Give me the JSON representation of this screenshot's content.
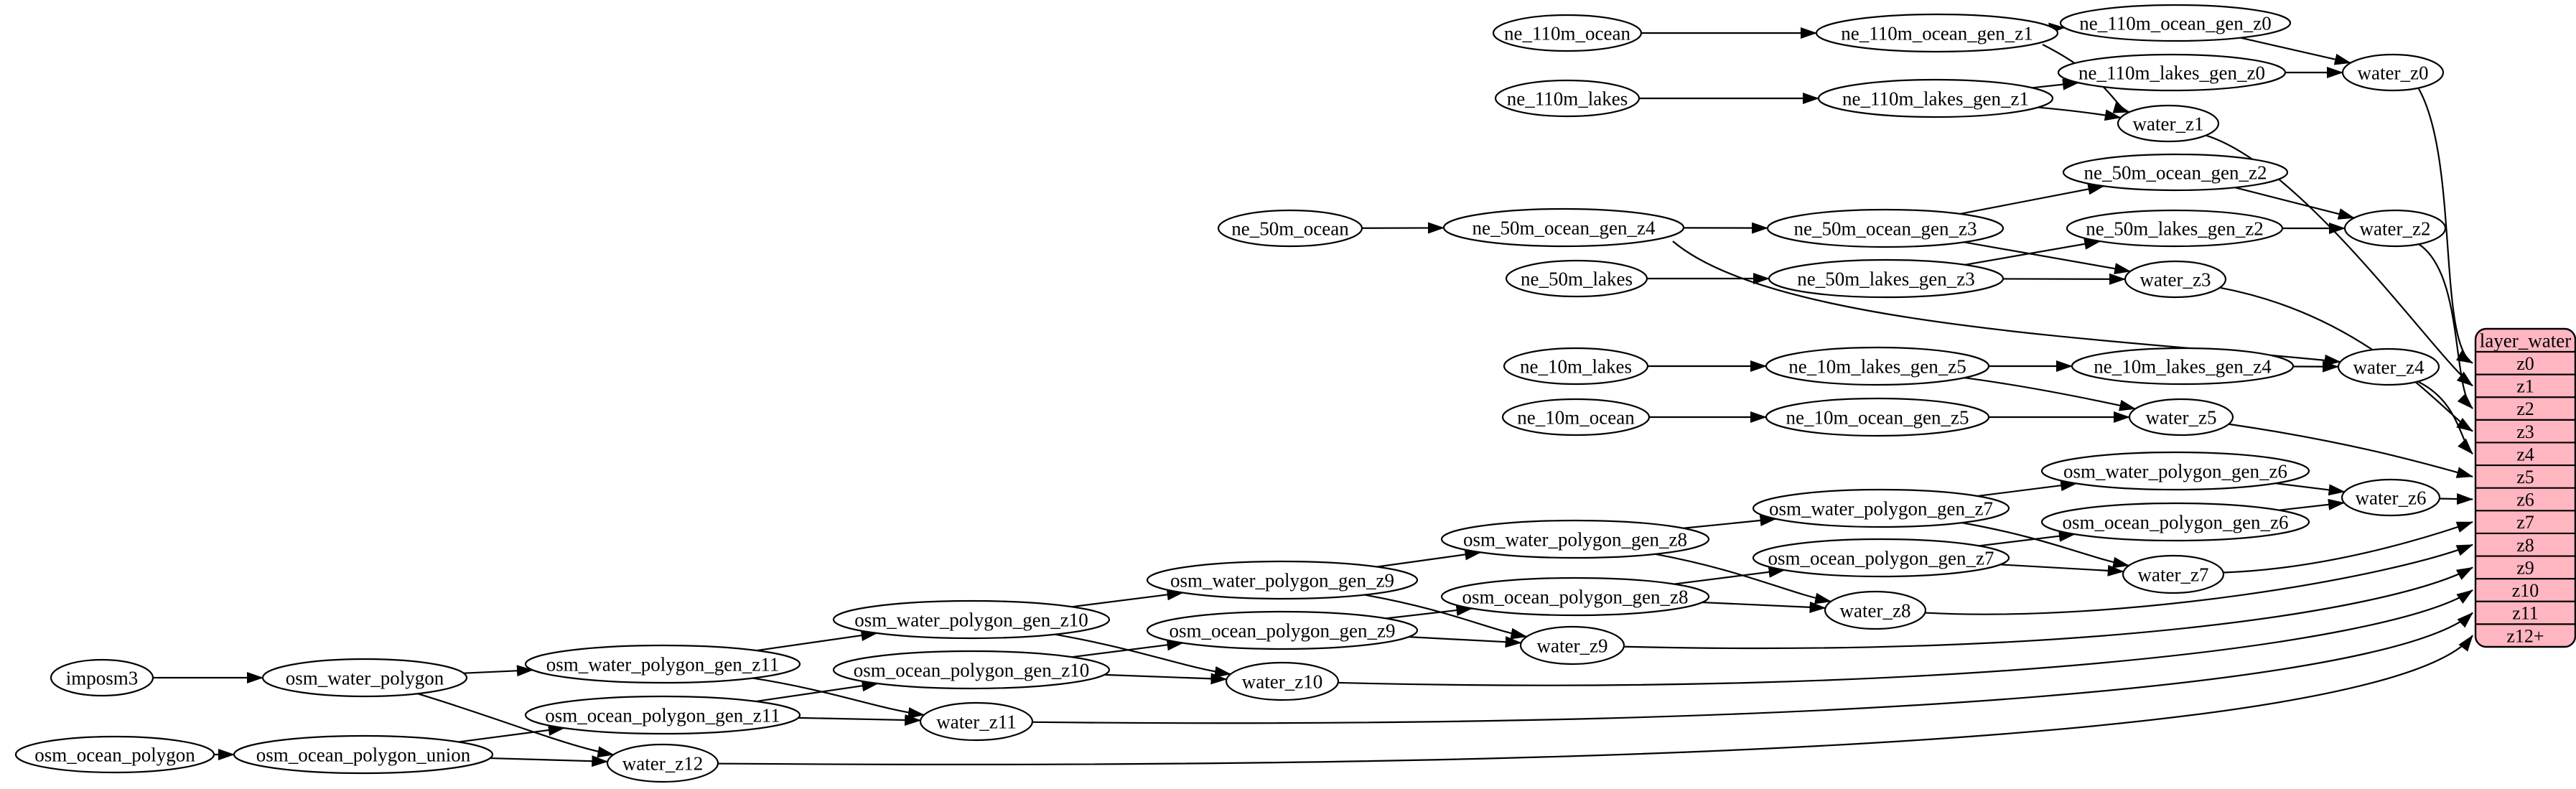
{
  "diagram": {
    "kind": "dependency-graph",
    "background": "#ffffff",
    "colors": {
      "node_fill": "#ffffff",
      "node_stroke": "#000000",
      "edge": "#000000",
      "table_fill": "#ffb6c1",
      "table_stroke": "#000000",
      "text": "#000000"
    },
    "table": {
      "id": "layer_water",
      "title": "layer_water",
      "rows": [
        "z0",
        "z1",
        "z2",
        "z3",
        "z4",
        "z5",
        "z6",
        "z7",
        "z8",
        "z9",
        "z10",
        "z11",
        "z12+"
      ]
    },
    "nodes": [
      {
        "id": "ne_110m_ocean",
        "label": "ne_110m_ocean"
      },
      {
        "id": "ne_110m_ocean_gen_z1",
        "label": "ne_110m_ocean_gen_z1"
      },
      {
        "id": "ne_110m_ocean_gen_z0",
        "label": "ne_110m_ocean_gen_z0"
      },
      {
        "id": "ne_110m_lakes",
        "label": "ne_110m_lakes"
      },
      {
        "id": "ne_110m_lakes_gen_z1",
        "label": "ne_110m_lakes_gen_z1"
      },
      {
        "id": "ne_110m_lakes_gen_z0",
        "label": "ne_110m_lakes_gen_z0"
      },
      {
        "id": "water_z0",
        "label": "water_z0"
      },
      {
        "id": "water_z1",
        "label": "water_z1"
      },
      {
        "id": "ne_50m_ocean",
        "label": "ne_50m_ocean"
      },
      {
        "id": "ne_50m_ocean_gen_z4",
        "label": "ne_50m_ocean_gen_z4"
      },
      {
        "id": "ne_50m_ocean_gen_z3",
        "label": "ne_50m_ocean_gen_z3"
      },
      {
        "id": "ne_50m_ocean_gen_z2",
        "label": "ne_50m_ocean_gen_z2"
      },
      {
        "id": "ne_50m_lakes",
        "label": "ne_50m_lakes"
      },
      {
        "id": "ne_50m_lakes_gen_z3",
        "label": "ne_50m_lakes_gen_z3"
      },
      {
        "id": "ne_50m_lakes_gen_z2",
        "label": "ne_50m_lakes_gen_z2"
      },
      {
        "id": "water_z2",
        "label": "water_z2"
      },
      {
        "id": "water_z3",
        "label": "water_z3"
      },
      {
        "id": "ne_10m_lakes",
        "label": "ne_10m_lakes"
      },
      {
        "id": "ne_10m_lakes_gen_z5",
        "label": "ne_10m_lakes_gen_z5"
      },
      {
        "id": "ne_10m_lakes_gen_z4",
        "label": "ne_10m_lakes_gen_z4"
      },
      {
        "id": "water_z4",
        "label": "water_z4"
      },
      {
        "id": "ne_10m_ocean",
        "label": "ne_10m_ocean"
      },
      {
        "id": "ne_10m_ocean_gen_z5",
        "label": "ne_10m_ocean_gen_z5"
      },
      {
        "id": "water_z5",
        "label": "water_z5"
      },
      {
        "id": "osm_water_polygon_gen_z6",
        "label": "osm_water_polygon_gen_z6"
      },
      {
        "id": "water_z6",
        "label": "water_z6"
      },
      {
        "id": "osm_water_polygon_gen_z7",
        "label": "osm_water_polygon_gen_z7"
      },
      {
        "id": "osm_ocean_polygon_gen_z6",
        "label": "osm_ocean_polygon_gen_z6"
      },
      {
        "id": "osm_water_polygon_gen_z8",
        "label": "osm_water_polygon_gen_z8"
      },
      {
        "id": "osm_ocean_polygon_gen_z7",
        "label": "osm_ocean_polygon_gen_z7"
      },
      {
        "id": "water_z7",
        "label": "water_z7"
      },
      {
        "id": "osm_water_polygon_gen_z9",
        "label": "osm_water_polygon_gen_z9"
      },
      {
        "id": "osm_ocean_polygon_gen_z8",
        "label": "osm_ocean_polygon_gen_z8"
      },
      {
        "id": "water_z8",
        "label": "water_z8"
      },
      {
        "id": "osm_water_polygon_gen_z10",
        "label": "osm_water_polygon_gen_z10"
      },
      {
        "id": "osm_ocean_polygon_gen_z9",
        "label": "osm_ocean_polygon_gen_z9"
      },
      {
        "id": "water_z9",
        "label": "water_z9"
      },
      {
        "id": "osm_ocean_polygon_gen_z10",
        "label": "osm_ocean_polygon_gen_z10"
      },
      {
        "id": "water_z10",
        "label": "water_z10"
      },
      {
        "id": "osm_water_polygon_gen_z11",
        "label": "osm_water_polygon_gen_z11"
      },
      {
        "id": "osm_ocean_polygon_gen_z11",
        "label": "osm_ocean_polygon_gen_z11"
      },
      {
        "id": "water_z11",
        "label": "water_z11"
      },
      {
        "id": "imposm3",
        "label": "imposm3"
      },
      {
        "id": "osm_water_polygon",
        "label": "osm_water_polygon"
      },
      {
        "id": "osm_ocean_polygon",
        "label": "osm_ocean_polygon"
      },
      {
        "id": "osm_ocean_polygon_union",
        "label": "osm_ocean_polygon_union"
      },
      {
        "id": "water_z12",
        "label": "water_z12"
      }
    ],
    "edges": [
      {
        "from": "ne_110m_ocean",
        "to": "ne_110m_ocean_gen_z1"
      },
      {
        "from": "ne_110m_ocean_gen_z1",
        "to": "ne_110m_ocean_gen_z0"
      },
      {
        "from": "ne_110m_ocean_gen_z1",
        "to": "water_z1"
      },
      {
        "from": "ne_110m_ocean_gen_z0",
        "to": "water_z0"
      },
      {
        "from": "ne_110m_lakes",
        "to": "ne_110m_lakes_gen_z1"
      },
      {
        "from": "ne_110m_lakes_gen_z1",
        "to": "ne_110m_lakes_gen_z0"
      },
      {
        "from": "ne_110m_lakes_gen_z1",
        "to": "water_z1"
      },
      {
        "from": "ne_110m_lakes_gen_z0",
        "to": "water_z0"
      },
      {
        "from": "water_z0",
        "to": "layer_water.z0"
      },
      {
        "from": "water_z1",
        "to": "layer_water.z1"
      },
      {
        "from": "ne_50m_ocean",
        "to": "ne_50m_ocean_gen_z4"
      },
      {
        "from": "ne_50m_ocean_gen_z4",
        "to": "ne_50m_ocean_gen_z3"
      },
      {
        "from": "ne_50m_ocean_gen_z4",
        "to": "water_z4"
      },
      {
        "from": "ne_50m_ocean_gen_z3",
        "to": "ne_50m_ocean_gen_z2"
      },
      {
        "from": "ne_50m_ocean_gen_z3",
        "to": "water_z3"
      },
      {
        "from": "ne_50m_ocean_gen_z2",
        "to": "water_z2"
      },
      {
        "from": "ne_50m_lakes",
        "to": "ne_50m_lakes_gen_z3"
      },
      {
        "from": "ne_50m_lakes_gen_z3",
        "to": "ne_50m_lakes_gen_z2"
      },
      {
        "from": "ne_50m_lakes_gen_z3",
        "to": "water_z3"
      },
      {
        "from": "ne_50m_lakes_gen_z2",
        "to": "water_z2"
      },
      {
        "from": "water_z2",
        "to": "layer_water.z2"
      },
      {
        "from": "water_z3",
        "to": "layer_water.z3"
      },
      {
        "from": "ne_10m_lakes",
        "to": "ne_10m_lakes_gen_z5"
      },
      {
        "from": "ne_10m_lakes_gen_z5",
        "to": "ne_10m_lakes_gen_z4"
      },
      {
        "from": "ne_10m_lakes_gen_z5",
        "to": "water_z5"
      },
      {
        "from": "ne_10m_lakes_gen_z4",
        "to": "water_z4"
      },
      {
        "from": "water_z4",
        "to": "layer_water.z4"
      },
      {
        "from": "ne_10m_ocean",
        "to": "ne_10m_ocean_gen_z5"
      },
      {
        "from": "ne_10m_ocean_gen_z5",
        "to": "water_z5"
      },
      {
        "from": "water_z5",
        "to": "layer_water.z5"
      },
      {
        "from": "imposm3",
        "to": "osm_water_polygon"
      },
      {
        "from": "osm_water_polygon",
        "to": "osm_water_polygon_gen_z11"
      },
      {
        "from": "osm_water_polygon",
        "to": "water_z12"
      },
      {
        "from": "osm_water_polygon_gen_z11",
        "to": "osm_water_polygon_gen_z10"
      },
      {
        "from": "osm_water_polygon_gen_z11",
        "to": "water_z11"
      },
      {
        "from": "osm_water_polygon_gen_z10",
        "to": "osm_water_polygon_gen_z9"
      },
      {
        "from": "osm_water_polygon_gen_z10",
        "to": "water_z10"
      },
      {
        "from": "osm_water_polygon_gen_z9",
        "to": "osm_water_polygon_gen_z8"
      },
      {
        "from": "osm_water_polygon_gen_z9",
        "to": "water_z9"
      },
      {
        "from": "osm_water_polygon_gen_z8",
        "to": "osm_water_polygon_gen_z7"
      },
      {
        "from": "osm_water_polygon_gen_z8",
        "to": "water_z8"
      },
      {
        "from": "osm_water_polygon_gen_z7",
        "to": "osm_water_polygon_gen_z6"
      },
      {
        "from": "osm_water_polygon_gen_z7",
        "to": "water_z7"
      },
      {
        "from": "osm_water_polygon_gen_z6",
        "to": "water_z6"
      },
      {
        "from": "osm_ocean_polygon",
        "to": "osm_ocean_polygon_union"
      },
      {
        "from": "osm_ocean_polygon_union",
        "to": "osm_ocean_polygon_gen_z11"
      },
      {
        "from": "osm_ocean_polygon_union",
        "to": "water_z12"
      },
      {
        "from": "osm_ocean_polygon_gen_z11",
        "to": "osm_ocean_polygon_gen_z10"
      },
      {
        "from": "osm_ocean_polygon_gen_z11",
        "to": "water_z11"
      },
      {
        "from": "osm_ocean_polygon_gen_z10",
        "to": "osm_ocean_polygon_gen_z9"
      },
      {
        "from": "osm_ocean_polygon_gen_z10",
        "to": "water_z10"
      },
      {
        "from": "osm_ocean_polygon_gen_z9",
        "to": "osm_ocean_polygon_gen_z8"
      },
      {
        "from": "osm_ocean_polygon_gen_z9",
        "to": "water_z9"
      },
      {
        "from": "osm_ocean_polygon_gen_z8",
        "to": "osm_ocean_polygon_gen_z7"
      },
      {
        "from": "osm_ocean_polygon_gen_z8",
        "to": "water_z8"
      },
      {
        "from": "osm_ocean_polygon_gen_z7",
        "to": "osm_ocean_polygon_gen_z6"
      },
      {
        "from": "osm_ocean_polygon_gen_z7",
        "to": "water_z7"
      },
      {
        "from": "osm_ocean_polygon_gen_z6",
        "to": "water_z6"
      },
      {
        "from": "water_z6",
        "to": "layer_water.z6"
      },
      {
        "from": "water_z7",
        "to": "layer_water.z7"
      },
      {
        "from": "water_z8",
        "to": "layer_water.z8"
      },
      {
        "from": "water_z9",
        "to": "layer_water.z9"
      },
      {
        "from": "water_z10",
        "to": "layer_water.z10"
      },
      {
        "from": "water_z11",
        "to": "layer_water.z11"
      },
      {
        "from": "water_z12",
        "to": "layer_water.z12+"
      }
    ]
  }
}
